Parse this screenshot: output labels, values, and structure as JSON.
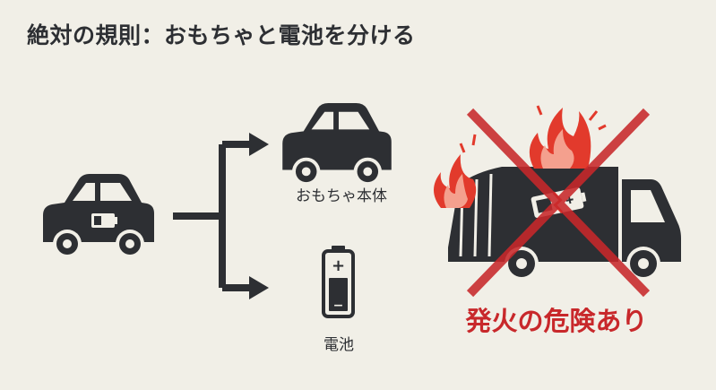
{
  "title": "絶対の規則：おもちゃと電池を分ける",
  "labels": {
    "toy_body": "おもちゃ本体",
    "battery": "電池",
    "warning": "発火の危険あり"
  },
  "battery_symbols": {
    "plus": "+",
    "minus": "−"
  },
  "colors": {
    "background": "#f1efe7",
    "icon": "#2d2f33",
    "danger": "#c8282b",
    "fire": "#e23a2c"
  },
  "icons": [
    "toy-car-with-battery-icon",
    "split-arrow-icon",
    "toy-car-icon",
    "battery-icon",
    "garbage-truck-icon",
    "fire-icon",
    "cross-mark-icon"
  ]
}
